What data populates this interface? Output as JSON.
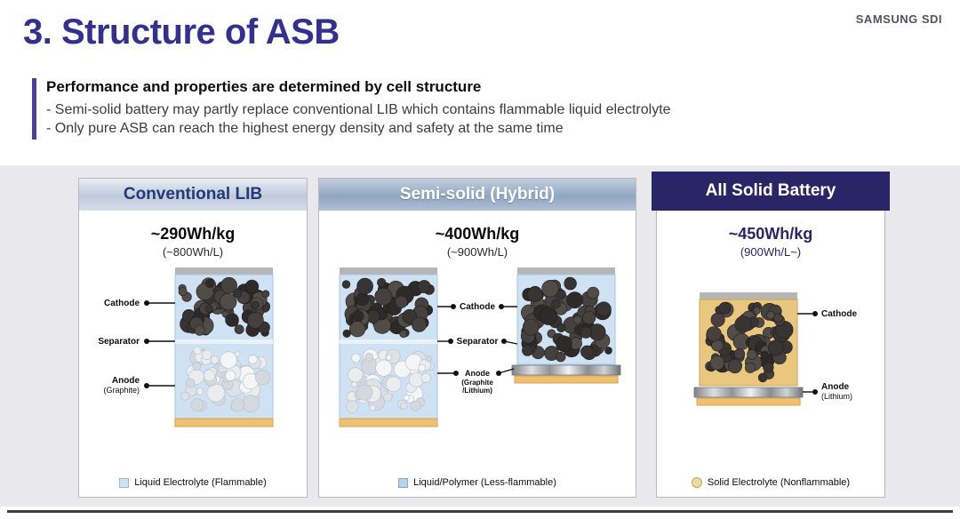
{
  "brand": "SAMSUNG SDI",
  "title": "3. Structure of ASB",
  "intro": {
    "heading": "Performance and properties are determined by cell structure",
    "bullet1": "- Semi-solid battery may partly replace conventional LIB which contains flammable liquid electrolyte",
    "bullet2": "- Only pure ASB can reach the highest energy density and safety at the same time"
  },
  "panels": [
    {
      "header": "Conventional LIB",
      "energy_kg": "~290Wh/kg",
      "energy_l": "(~800Wh/L)",
      "label_cathode": "Cathode",
      "label_separator": "Separator",
      "label_anode1": "Anode",
      "label_anode2": "(Graphite)",
      "legend": "Liquid Electrolyte (Flammable)"
    },
    {
      "header": "Semi-solid (Hybrid)",
      "energy_kg": "~400Wh/kg",
      "energy_l": "(~900Wh/L)",
      "label_cathode": "Cathode",
      "label_separator": "Separator",
      "label_anode1": "Anode",
      "label_anode2": "(Graphite",
      "label_anode3": "/Lithium)",
      "legend": "Liquid/Polymer (Less-flammable)"
    },
    {
      "header": "All Solid Battery",
      "energy_kg": "~450Wh/kg",
      "energy_l": "(900Wh/L~)",
      "label_cathode": "Cathode",
      "label_anode1": "Anode",
      "label_anode2": "(Lithium)",
      "legend": "Solid Electrolyte (Nonflammable)"
    }
  ],
  "colors": {
    "title_accent": "#33308f",
    "intro_bar": "#4a3f9e",
    "panel3_header_bg": "#2a2566",
    "liquid_electrolyte": "#cfe2f4",
    "polymer_electrolyte": "#b9d2ec",
    "solid_electrolyte": "#e9c77e",
    "current_collector_bottom": "#eec06f",
    "current_collector_top": "#b6b6b6",
    "band_background": "#e9e9ec"
  }
}
